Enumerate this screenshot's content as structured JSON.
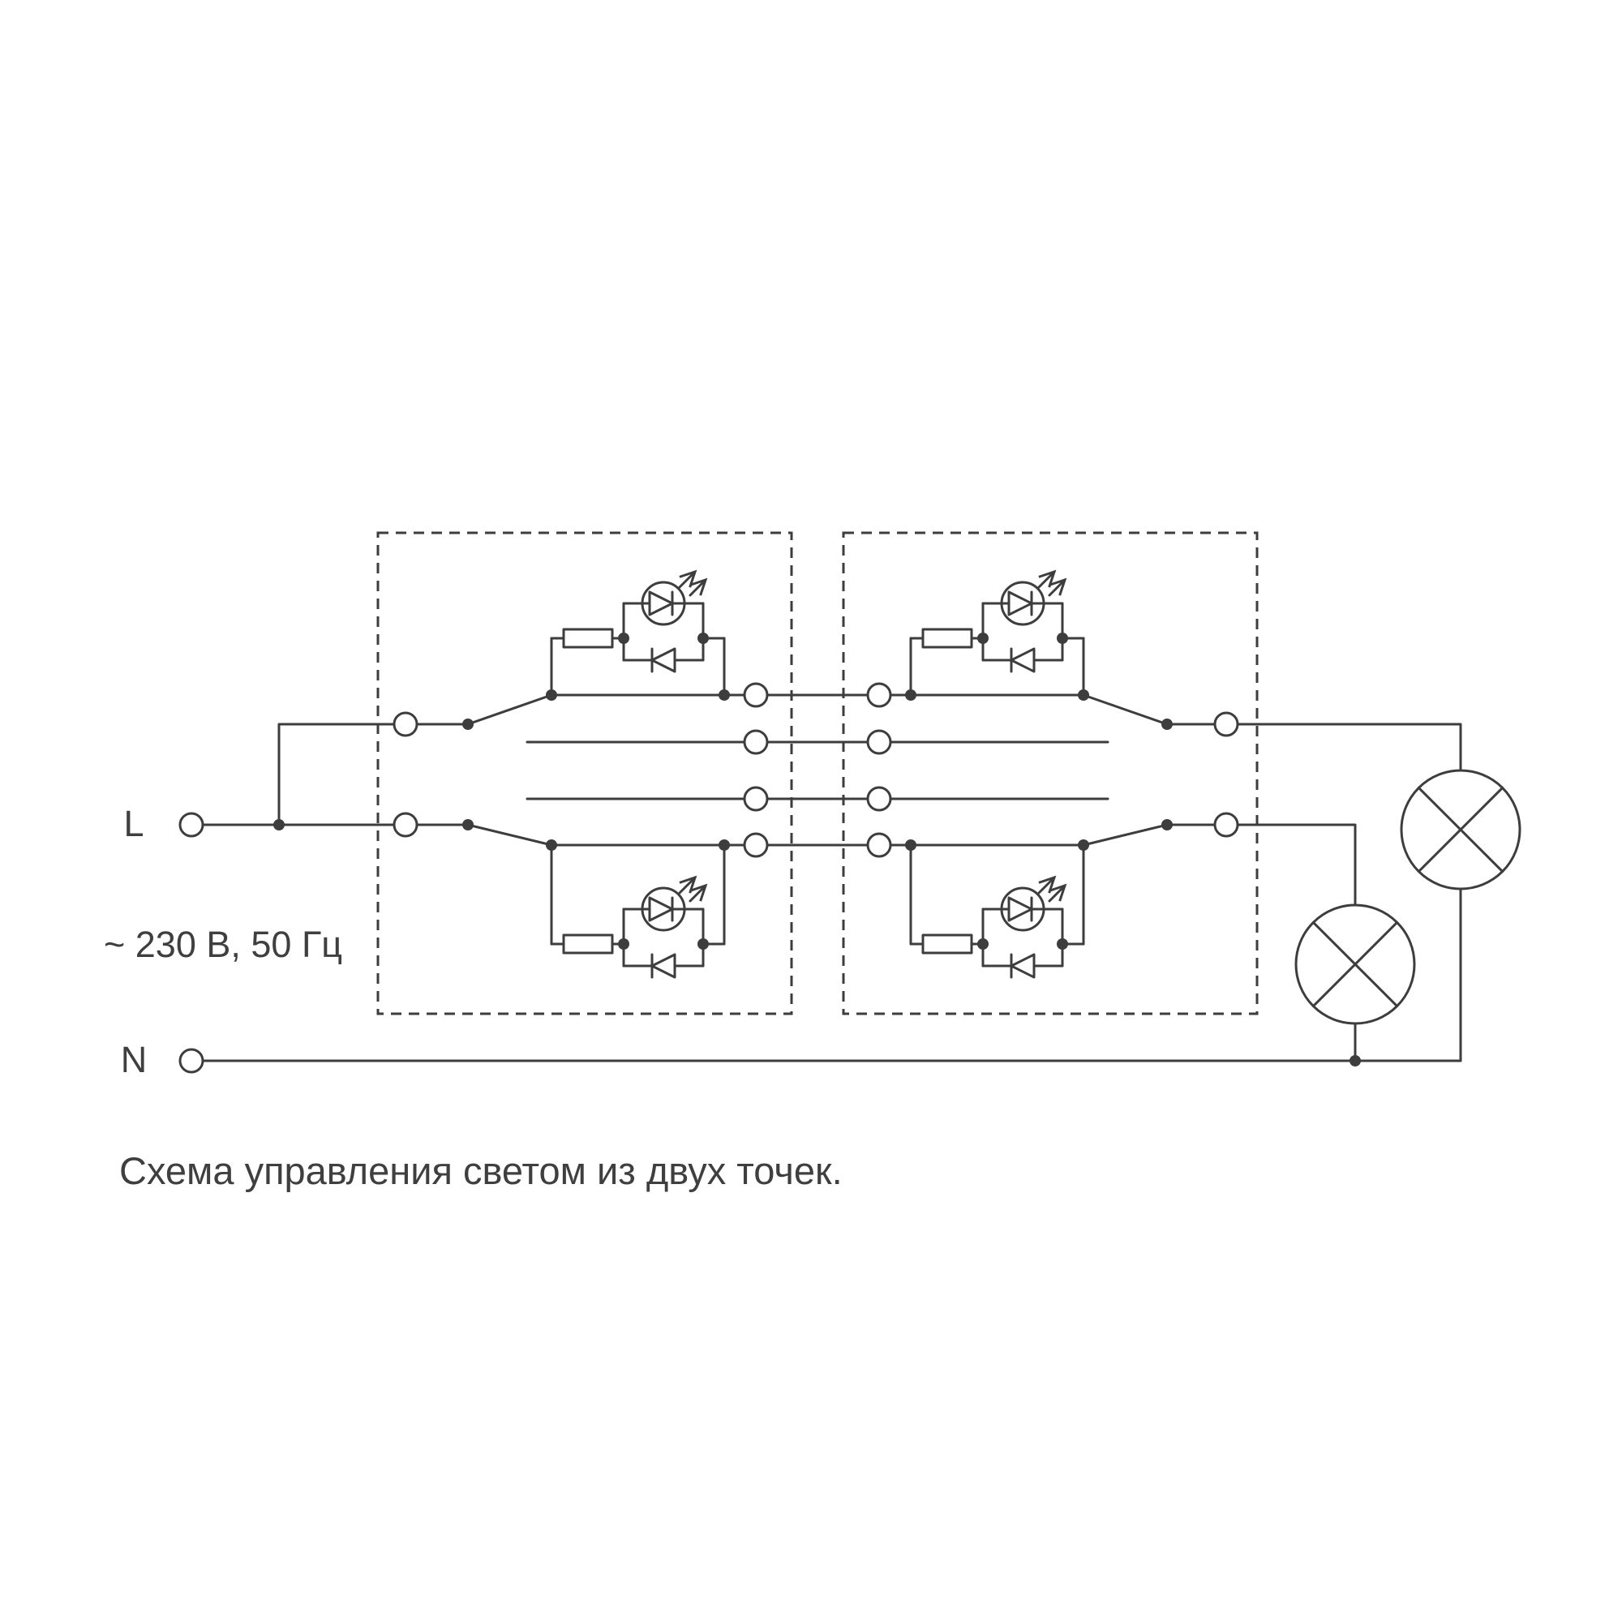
{
  "labels": {
    "line_terminal": "L",
    "neutral_terminal": "N",
    "supply_rating": "~ 230 В, 50 Гц",
    "caption": "Схема управления светом из двух точек."
  },
  "colors": {
    "background": "#ffffff",
    "line": "#3d3d3d",
    "text": "#3f3f3f"
  },
  "components": {
    "switch_units": 2,
    "led_indicator_modules": 4,
    "lamps": 2,
    "traveller_wires": 4
  }
}
